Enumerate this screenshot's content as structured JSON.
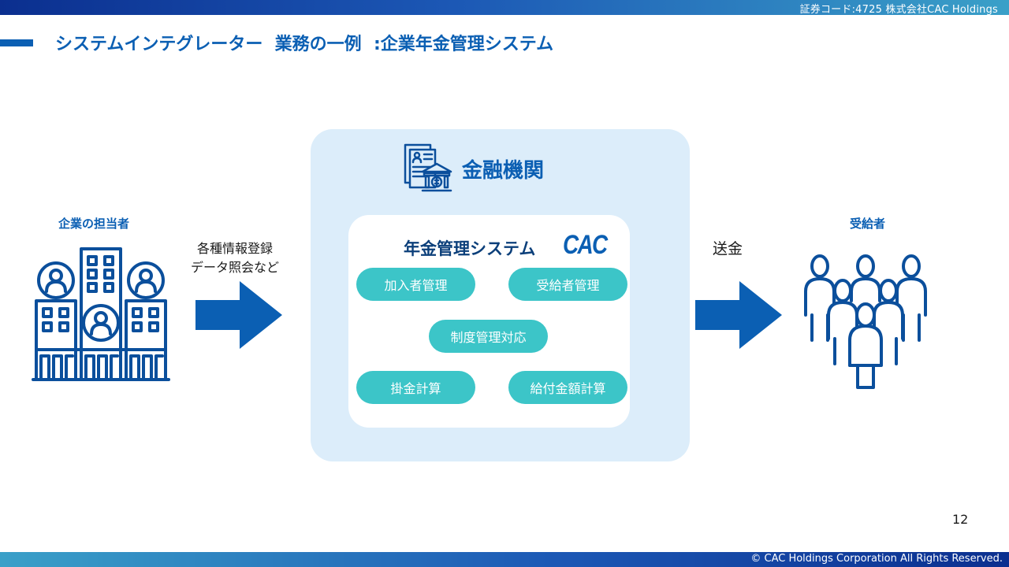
{
  "header": {
    "corporate_text": "証券コード:4725  株式会社CAC Holdings"
  },
  "slide": {
    "title": "システムインテグレーター  業務の一例  :企業年金管理システム",
    "page_number": "12"
  },
  "footer": {
    "copyright": "© CAC Holdings Corporation All Rights Reserved."
  },
  "diagram": {
    "left_actor": {
      "label": "企業の担当者",
      "icon": "corporate-staff-buildings-icon"
    },
    "left_arrow_label": {
      "line1": "各種情報登録",
      "line2": "データ照会など"
    },
    "institution": {
      "label": "金融機関",
      "icon": "bank-document-icon"
    },
    "system": {
      "label": "年金管理システム",
      "logo_text": "CAC",
      "functions": [
        "加入者管理",
        "受給者管理",
        "制度管理対応",
        "掛金計算",
        "給付金額計算"
      ]
    },
    "right_arrow_label": "送金",
    "right_actor": {
      "label": "受給者",
      "icon": "people-group-icon"
    }
  },
  "colors": {
    "brand_blue": "#0b5fb3",
    "pill_teal": "#3cc5c8",
    "panel_light_blue": "#dcedfa"
  }
}
